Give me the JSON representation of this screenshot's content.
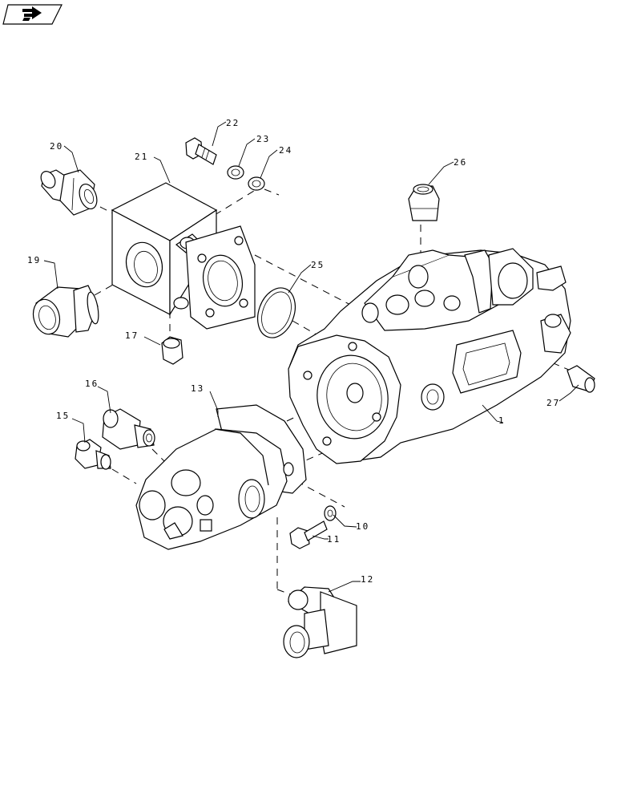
{
  "nav": {
    "icon": "return-arrow-icon"
  },
  "callouts": [
    {
      "id": "c1",
      "label": "1"
    },
    {
      "id": "c10",
      "label": "10"
    },
    {
      "id": "c11",
      "label": "11"
    },
    {
      "id": "c12",
      "label": "12"
    },
    {
      "id": "c13",
      "label": "13"
    },
    {
      "id": "c15",
      "label": "15"
    },
    {
      "id": "c16",
      "label": "16"
    },
    {
      "id": "c17",
      "label": "17"
    },
    {
      "id": "c19",
      "label": "19"
    },
    {
      "id": "c20",
      "label": "20"
    },
    {
      "id": "c21",
      "label": "21"
    },
    {
      "id": "c22",
      "label": "22"
    },
    {
      "id": "c23",
      "label": "23"
    },
    {
      "id": "c24",
      "label": "24"
    },
    {
      "id": "c25",
      "label": "25"
    },
    {
      "id": "c26",
      "label": "26"
    },
    {
      "id": "c27",
      "label": "27"
    }
  ]
}
